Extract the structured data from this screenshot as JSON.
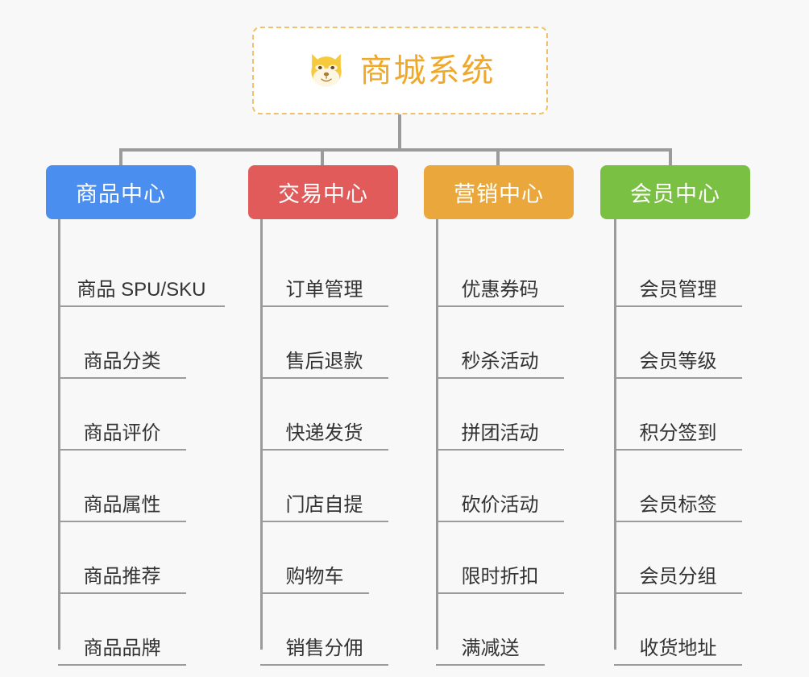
{
  "diagram": {
    "title": "商城系统",
    "background_color": "#f8f8f8",
    "connector_color": "#9b9b9b"
  },
  "root": {
    "label": "商城系统",
    "icon": "shiba-dog-face-emoji",
    "text_color": "#efa828",
    "border_color": "#f3c06a",
    "background_color": "#ffffff"
  },
  "columns": [
    {
      "header": "商品中心",
      "color": "#4a8ef0",
      "items": [
        "商品 SPU/SKU",
        "商品分类",
        "商品评价",
        "商品属性",
        "商品推荐",
        "商品品牌"
      ]
    },
    {
      "header": "交易中心",
      "color": "#e15b5b",
      "items": [
        "订单管理",
        "售后退款",
        "快递发货",
        "门店自提",
        "购物车",
        "销售分佣"
      ]
    },
    {
      "header": "营销中心",
      "color": "#eaa83c",
      "items": [
        "优惠券码",
        "秒杀活动",
        "拼团活动",
        "砍价活动",
        "限时折扣",
        "满减送"
      ]
    },
    {
      "header": "会员中心",
      "color": "#7ac143",
      "items": [
        "会员管理",
        "会员等级",
        "积分签到",
        "会员标签",
        "会员分组",
        "收货地址"
      ]
    }
  ]
}
